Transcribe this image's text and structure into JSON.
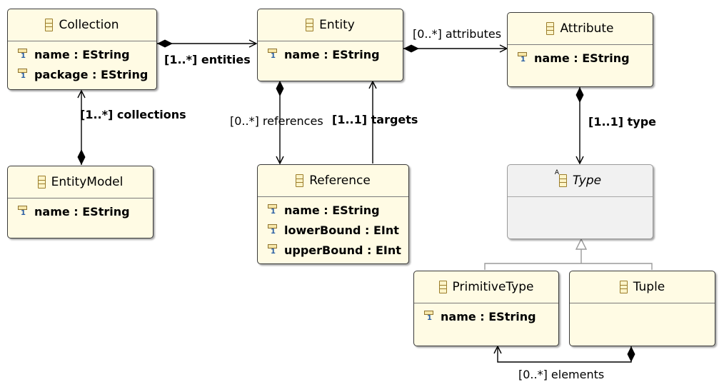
{
  "classes": {
    "collection": {
      "name": "Collection",
      "attributes": [
        "name : EString",
        "package : EString"
      ]
    },
    "entity": {
      "name": "Entity",
      "attributes": [
        "name : EString"
      ]
    },
    "attribute": {
      "name": "Attribute",
      "attributes": [
        "name : EString"
      ]
    },
    "entity_model": {
      "name": "EntityModel",
      "attributes": [
        "name : EString"
      ]
    },
    "reference": {
      "name": "Reference",
      "attributes": [
        "name : EString",
        "lowerBound : EInt",
        "upperBound : EInt"
      ]
    },
    "type": {
      "name": "Type",
      "abstract": true,
      "attributes": []
    },
    "primitive_type": {
      "name": "PrimitiveType",
      "attributes": [
        "name : EString"
      ]
    },
    "tuple": {
      "name": "Tuple",
      "attributes": []
    }
  },
  "associations": {
    "entities": "[1..*] entities",
    "collections": "[1..*] collections",
    "attributes": "[0..*] attributes",
    "references": "[0..*] references",
    "targets": "[1..1] targets",
    "type": "[1..1] type",
    "elements": "[0..*] elements"
  },
  "colors": {
    "class_fill": "#fffbe4",
    "abstract_fill": "#f1f1f1",
    "border": "#3a3a3a",
    "edge": "#000000",
    "generalization_edge": "#9a9a9a"
  }
}
